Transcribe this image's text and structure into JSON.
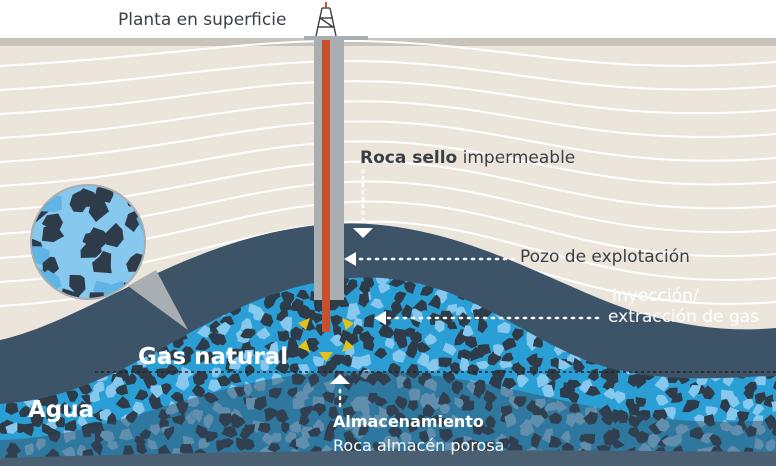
{
  "labels": {
    "surface_plant": "Planta en superficie",
    "seal_rock_bold": "Roca sello",
    "seal_rock_rest": " impermeable",
    "well": "Pozo de explotación",
    "injection_line1": "Inyección/",
    "injection_line2": "extracción de gas",
    "natural_gas": "Gas natural",
    "water": "Agua",
    "storage": "Almacenamiento",
    "porous_rock": "Roca almacén porosa"
  },
  "icons": [
    "drilling-rig-icon",
    "magnifier-circle-icon"
  ],
  "colors": {
    "sky": "#ffffff",
    "surface": "#c9c4bb",
    "strata_light": "#ebe5db",
    "strata_line": "#ffffff",
    "seal_rock": "#3d5368",
    "reservoir_gas": "#2a9fd6",
    "reservoir_rock": "#2e3b48",
    "pore_light": "#86c8ee",
    "water_layer": "#4a6072",
    "well_casing": "#a9aeb3",
    "well_tube": "#c9502d",
    "flow_arrows": "#e3c21a",
    "leader_lines": "#ffffff"
  }
}
